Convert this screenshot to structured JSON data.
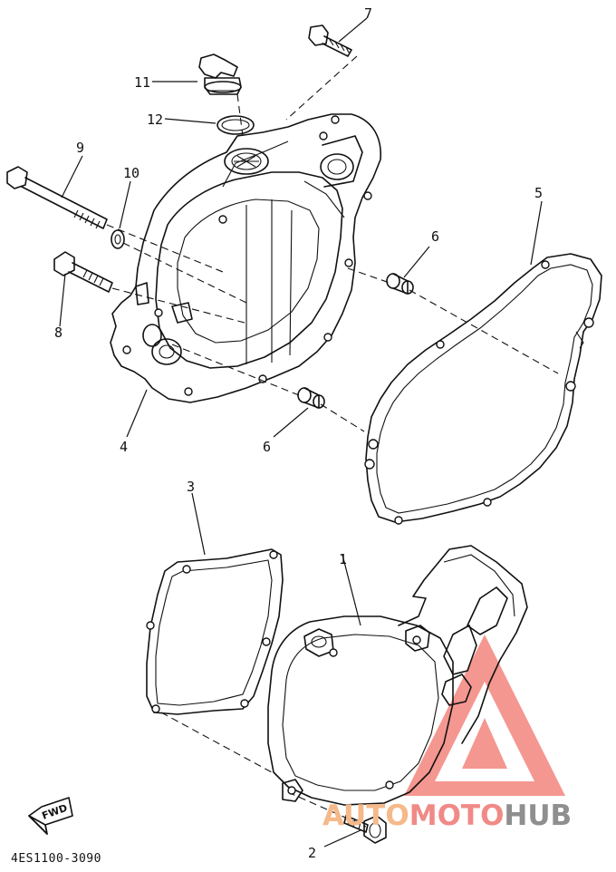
{
  "diagram_code": "4ES1100-3090",
  "fwd_label": "FWD",
  "callouts": {
    "p1": "1",
    "p2": "2",
    "p3": "3",
    "p4": "4",
    "p5": "5",
    "p6a": "6",
    "p6b": "6",
    "p7": "7",
    "p8": "8",
    "p9": "9",
    "p10": "10",
    "p11": "11",
    "p12": "12"
  },
  "watermark": {
    "part1": "AUTO",
    "part2": "MOTO",
    "part3": "HUB",
    "color_auto": "#f5b98a",
    "color_moto": "#f08a86",
    "color_hub": "#8f8f8f",
    "color_triangle": "#f3867d"
  }
}
